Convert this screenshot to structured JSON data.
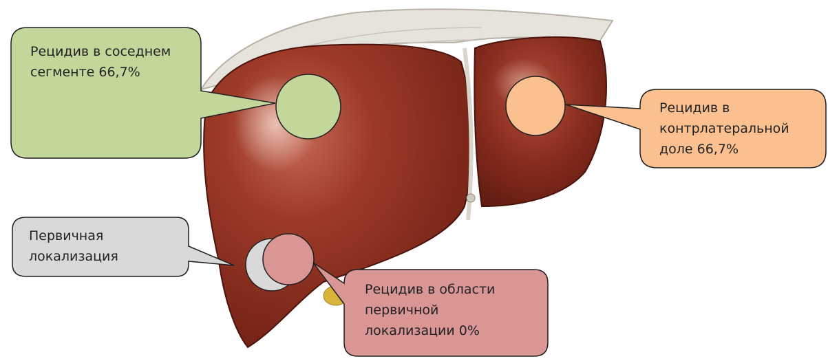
{
  "callouts": {
    "adjacent_segment": {
      "lines": [
        "Рецидив в соседнем",
        "сегменте 66,7%"
      ],
      "fill": "#c4d79b"
    },
    "contralateral_lobe": {
      "lines": [
        "Рецидив в",
        "контрлатеральной",
        "доле 66,7%"
      ],
      "fill": "#fac090"
    },
    "primary_location": {
      "lines": [
        "Первичная",
        "локализация"
      ],
      "fill": "#d9d9d9"
    },
    "primary_area_recurrence": {
      "lines": [
        "Рецидив в области",
        "первичной",
        "локализации 0%"
      ],
      "fill": "#d99694"
    }
  },
  "illustration": {
    "subject": "liver",
    "liver_color": "#8e2f1f",
    "capsule_color": "#e4e2dc",
    "gallbladder_color": "#d8b43a"
  }
}
